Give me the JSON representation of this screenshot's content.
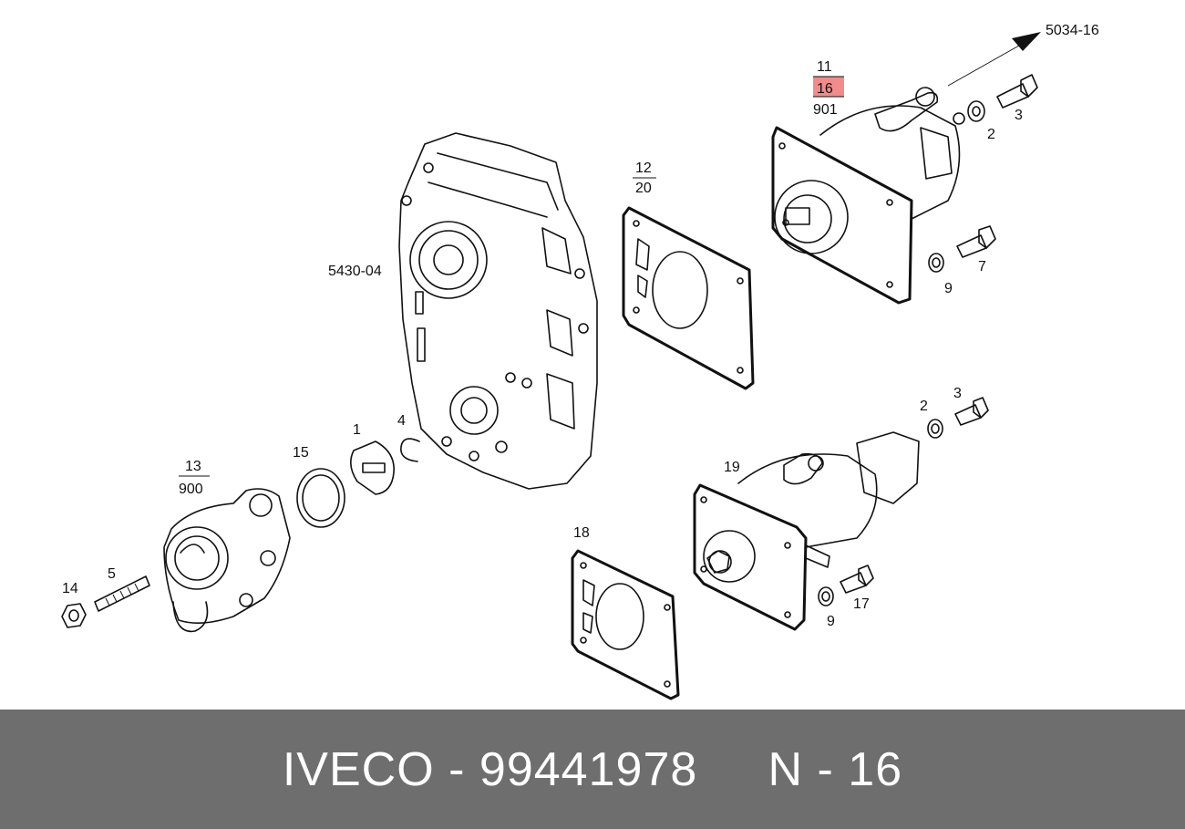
{
  "footer": {
    "brand": "IVECO",
    "separator": "-",
    "part_number": "99441978",
    "sheet_code": "N - 16"
  },
  "colors": {
    "highlight": "#f08c8c",
    "footer_bg": "#6e6e6e",
    "footer_text": "#ffffff"
  },
  "callouts": {
    "ref_arrow": "5034-16",
    "housing": "5430-04",
    "top_stack": [
      "11",
      "16",
      "901"
    ],
    "highlighted": "16",
    "gasket_upper": [
      "12",
      "20"
    ],
    "left_stack": [
      "13",
      "900"
    ],
    "washer_upper": "2",
    "bolt_upper": "3",
    "washer_mid": "9",
    "bolt_mid": "7",
    "washer_lower_right": "2",
    "bolt_lower_right": "3",
    "pump_lower": "19",
    "washer_bottom": "9",
    "bolt_bottom": "17",
    "gasket_lower": "18",
    "plate": "1",
    "circlip": "4",
    "seal": "15",
    "nut": "14",
    "stud": "5"
  }
}
